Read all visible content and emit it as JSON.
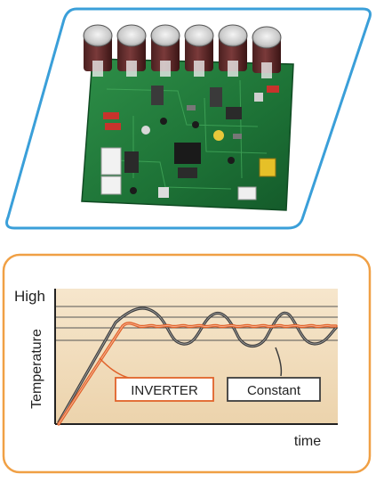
{
  "photo": {
    "subject": "inverter-control-circuit-board",
    "frame_color": "#3a9fd9",
    "board_color": "#1f7a3a",
    "capacitor_count": 6
  },
  "chart": {
    "y_label": "Temperature",
    "y_high_label": "High",
    "x_label": "time",
    "frame_color": "#f0a045",
    "background_color": "#f4e3c8",
    "series": [
      {
        "name": "INVERTER",
        "color": "#e0622a",
        "behavior": "rises then stays nearly constant with small ripple"
      },
      {
        "name": "Constant",
        "color": "#3c3c3c",
        "behavior": "rises then oscillates widely around the set temperature"
      }
    ]
  }
}
